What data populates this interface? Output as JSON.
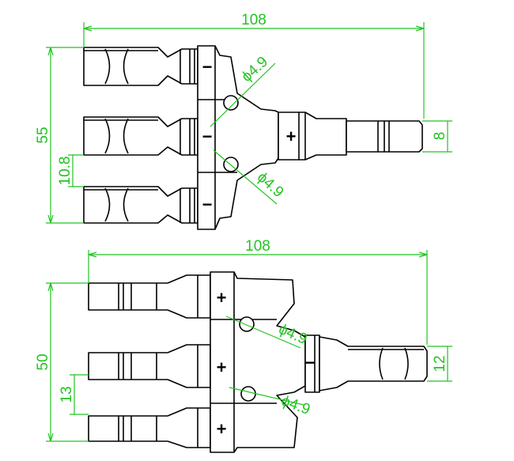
{
  "top_view": {
    "dim_length": "108",
    "dim_height": "55",
    "dim_pitch": "10.8",
    "dim_tail": "8",
    "dim_hole_upper": "ϕ4.9",
    "dim_hole_lower": "ϕ4.9",
    "branch_signs": [
      "−",
      "−",
      "−"
    ],
    "trunk_sign": "+"
  },
  "bottom_view": {
    "dim_length": "108",
    "dim_height": "50",
    "dim_pitch": "13",
    "dim_tail": "12",
    "dim_hole_upper": "ϕ4.9",
    "dim_hole_lower": "ϕ4.9",
    "branch_signs": [
      "+",
      "+",
      "+"
    ],
    "trunk_sign": "−"
  },
  "colors": {
    "dimension": "#22c322",
    "outline": "#000000"
  }
}
